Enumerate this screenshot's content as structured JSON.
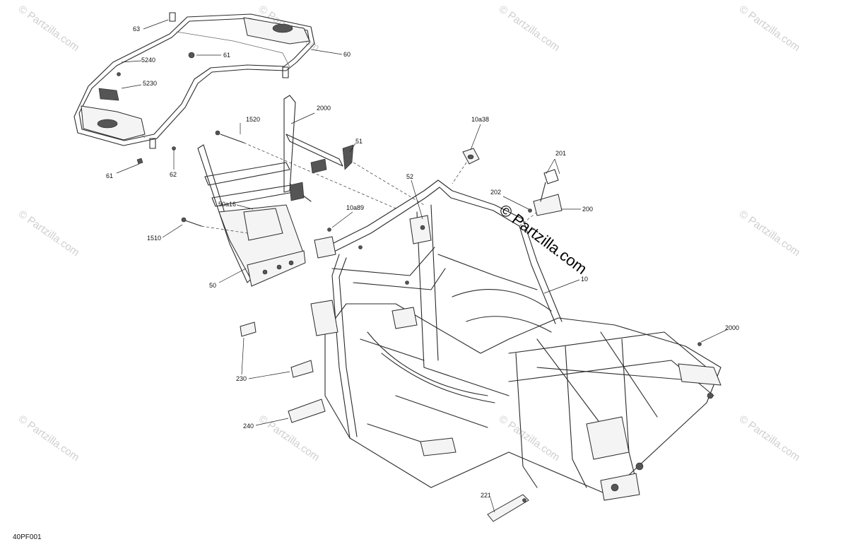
{
  "watermark": {
    "text": "© Partzilla.com",
    "main_text": "© Partzilla.com"
  },
  "diagram_code": "40PF001",
  "callouts": {
    "c63": "63",
    "c61a": "61",
    "c60": "60",
    "c5240": "5240",
    "c5230": "5230",
    "c61b": "61",
    "c62": "62",
    "c1520": "1520",
    "c2000a": "2000",
    "c51": "51",
    "c10a38": "10a38",
    "c201": "201",
    "c202": "202",
    "c200": "200",
    "c52": "52",
    "c50a16": "50a16",
    "c10a89": "10a89",
    "c1510": "1510",
    "c50": "50",
    "c10": "10",
    "c2000b": "2000",
    "c230": "230",
    "c240": "240",
    "c221": "221"
  }
}
